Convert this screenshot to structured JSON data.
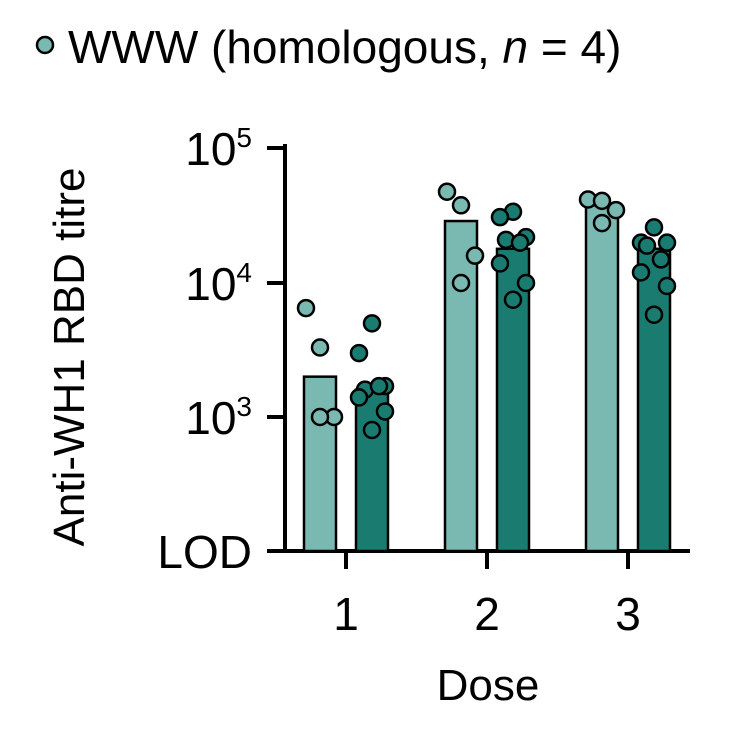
{
  "legend": {
    "marker_color": "#7ab8b2",
    "prefix": "WWW (homologous, ",
    "n_symbol": "n",
    "suffix": " = 4)"
  },
  "chart_data": {
    "type": "bar",
    "ylabel": "Anti-WH1 RBD titre",
    "xlabel": "Dose",
    "y_scale": "log",
    "y_ticks": [
      {
        "base": "LOD",
        "exp": ""
      },
      {
        "base": "10",
        "exp": "3"
      },
      {
        "base": "10",
        "exp": "4"
      },
      {
        "base": "10",
        "exp": "5"
      }
    ],
    "ylim": [
      100,
      100000
    ],
    "categories": [
      "1",
      "2",
      "3"
    ],
    "series": [
      {
        "name": "WWW (homologous, n = 4)",
        "color": "#7ab8b2",
        "values": [
          2000,
          29000,
          38000
        ],
        "points": [
          [
            6500,
            3300,
            1000,
            1000
          ],
          [
            48000,
            38000,
            16000,
            10000
          ],
          [
            42000,
            41000,
            35000,
            28000
          ]
        ]
      },
      {
        "color": "#1a7b71",
        "values": [
          1600,
          18000,
          18000
        ],
        "points": [
          [
            5000,
            3000,
            1700,
            1600,
            1700,
            1400,
            1100,
            800
          ],
          [
            34000,
            31000,
            22000,
            21000,
            20000,
            14000,
            10000,
            7500
          ],
          [
            26000,
            20000,
            20000,
            19000,
            15000,
            12000,
            9500,
            5800
          ]
        ]
      }
    ]
  }
}
